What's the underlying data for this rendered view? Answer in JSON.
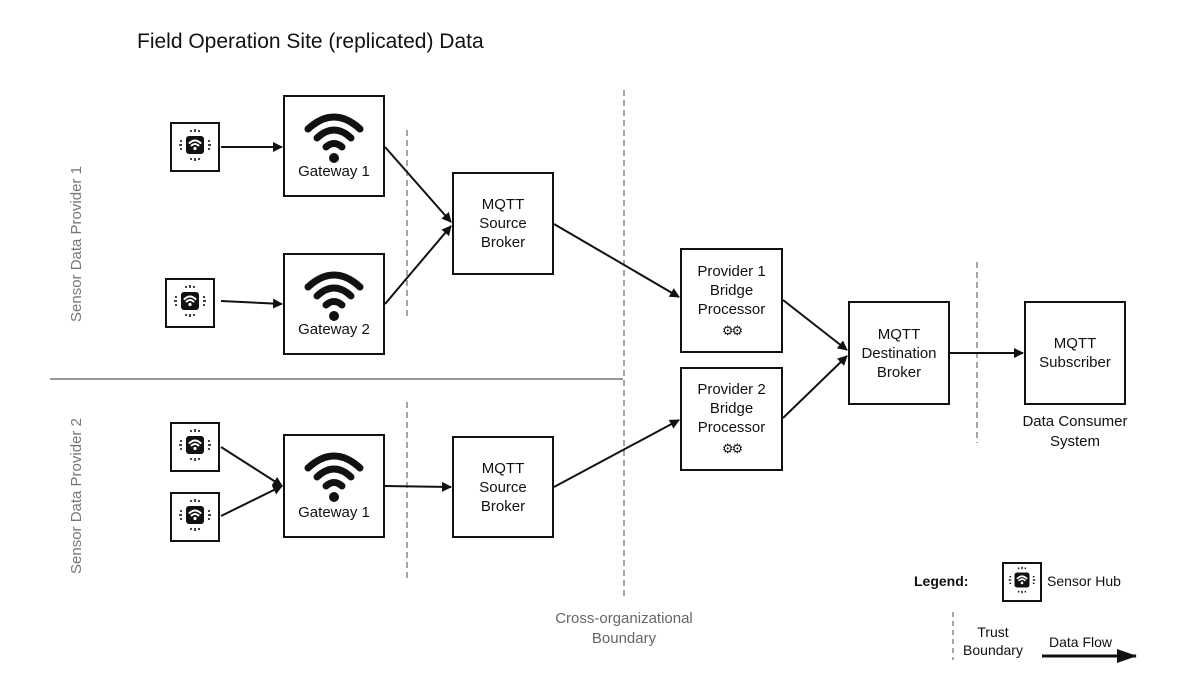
{
  "title": "Field Operation Site (replicated) Data",
  "sections": {
    "provider1_label": "Sensor Data Provider 1",
    "provider2_label": "Sensor Data Provider 2"
  },
  "nodes": {
    "gateway_p1_a": "Gateway 1",
    "gateway_p1_b": "Gateway 2",
    "gateway_p2": "Gateway 1",
    "source_broker_p1": [
      "MQTT",
      "Source",
      "Broker"
    ],
    "source_broker_p2": [
      "MQTT",
      "Source",
      "Broker"
    ],
    "bridge_p1": [
      "Provider 1",
      "Bridge",
      "Processor"
    ],
    "bridge_p2": [
      "Provider 2",
      "Bridge",
      "Processor"
    ],
    "destination_broker": [
      "MQTT",
      "Destination",
      "Broker"
    ],
    "subscriber": [
      "MQTT",
      "Subscriber"
    ]
  },
  "icons": {
    "sensor_hub": "sensor-hub-icon",
    "gateway": "wifi-icon",
    "processor": "gears-icon"
  },
  "labels": {
    "data_consumer": [
      "Data Consumer",
      "System"
    ],
    "cross_org": [
      "Cross-organizational",
      "Boundary"
    ]
  },
  "legend": {
    "title": "Legend:",
    "sensor_hub": "Sensor Hub",
    "trust_boundary": [
      "Trust",
      "Boundary"
    ],
    "data_flow": "Data Flow"
  }
}
